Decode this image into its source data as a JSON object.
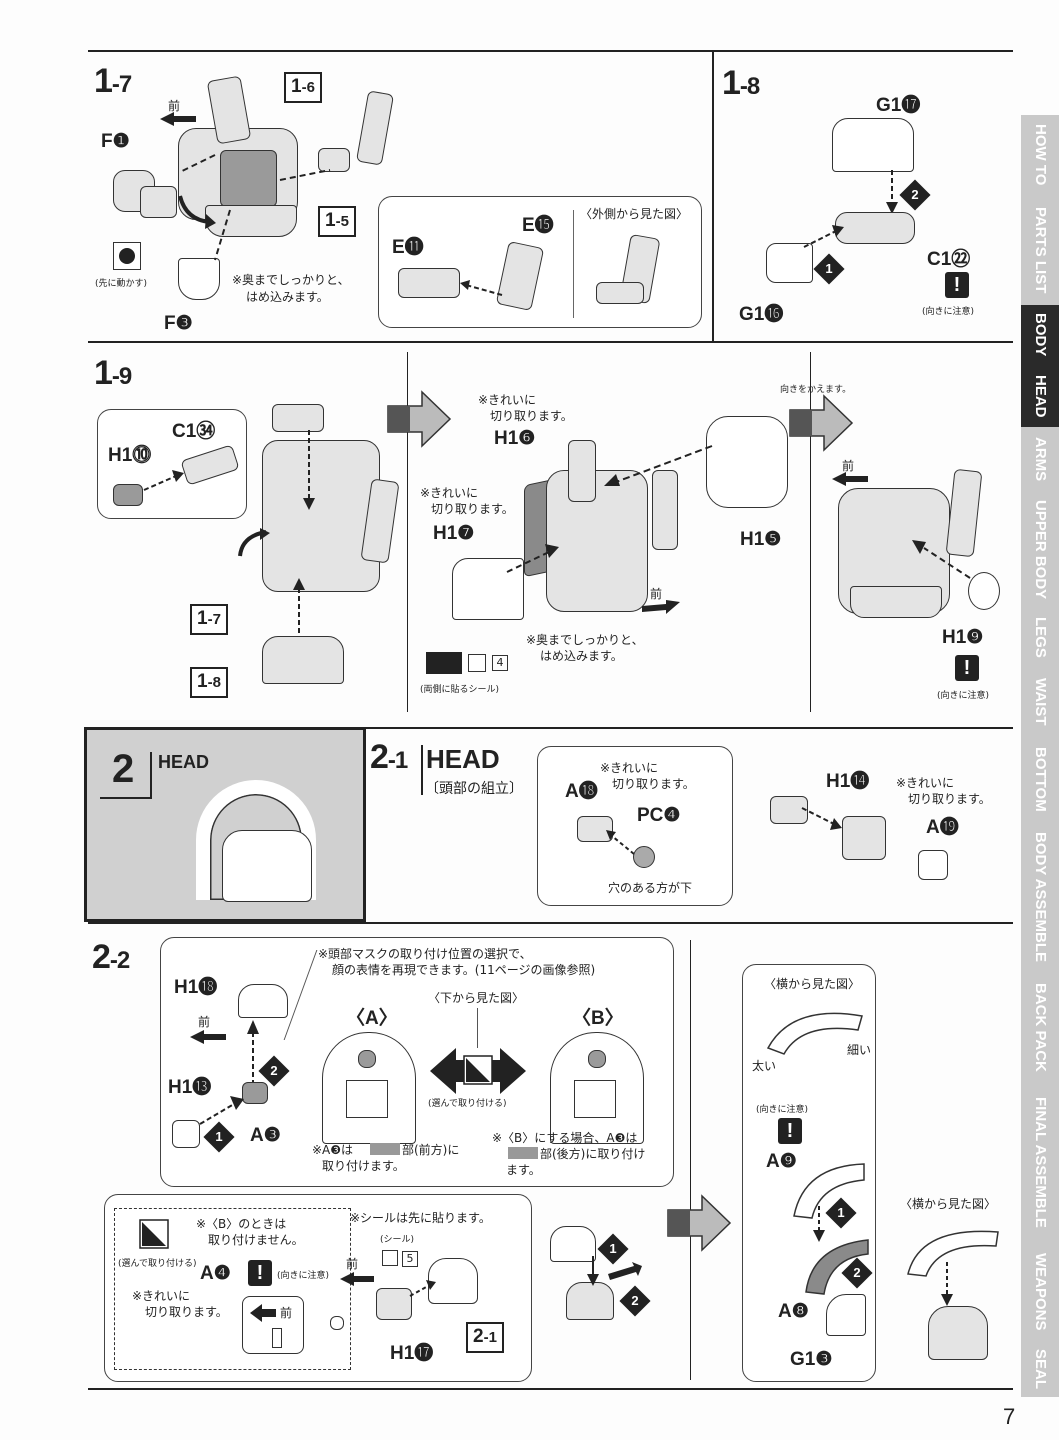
{
  "page_number": "7",
  "side_tabs": [
    {
      "label": "HOW TO",
      "active": false
    },
    {
      "label": "PARTS LIST",
      "active": false
    },
    {
      "label": "BODY",
      "active": true
    },
    {
      "label": "HEAD",
      "active": true
    },
    {
      "label": "ARMS",
      "active": false
    },
    {
      "label": "UPPER BODY",
      "active": false
    },
    {
      "label": "LEGS",
      "active": false
    },
    {
      "label": "WAIST",
      "active": false
    },
    {
      "label": "BOTTOM",
      "active": false
    },
    {
      "label": "BODY ASSEMBLE",
      "active": false
    },
    {
      "label": "BACK PACK",
      "active": false
    },
    {
      "label": "FINAL ASSEMBLE",
      "active": false
    },
    {
      "label": "WEAPONS",
      "active": false
    },
    {
      "label": "SEAL",
      "active": false
    }
  ],
  "s17": {
    "step_main": "1",
    "step_sub": "-7",
    "front": "前",
    "f1": "F❶",
    "f3": "F❸",
    "ref16_main": "1",
    "ref16_sub": "-6",
    "ref15_main": "1",
    "ref15_sub": "-5",
    "move_first": "(先に動かす)",
    "push_note_1": "※奥までしっかりと、",
    "push_note_2": "はめ込みます。",
    "e11": "E⓫",
    "e15": "E⓯",
    "outside_view": "〈外側から見た図〉"
  },
  "s18": {
    "step_main": "1",
    "step_sub": "-8",
    "g17": "G1⓱",
    "c22": "C1㉒",
    "g16": "G1⓰",
    "n1": "1",
    "n2": "2",
    "caution": "(向きに注意)"
  },
  "s19": {
    "step_main": "1",
    "step_sub": "-9",
    "c34": "C1㉞",
    "h10": "H1⓾",
    "ref17_main": "1",
    "ref17_sub": "-7",
    "ref18_main": "1",
    "ref18_sub": "-8",
    "clean_cut_1": "※きれいに",
    "clean_cut_2": "切り取ります。",
    "h6": "H1❻",
    "clean_cut_3": "※きれいに",
    "clean_cut_4": "切り取ります。",
    "h7": "H1❼",
    "h5": "H1❺",
    "front": "前",
    "push_note_1": "※奥までしっかりと、",
    "push_note_2": "はめ込みます。",
    "seal_num": "4",
    "both_sides_seal": "(両側に貼るシール)",
    "turn_around": "向きをかえます。",
    "front2": "前",
    "h9": "H1❾",
    "caution": "(向きに注意)"
  },
  "s2": {
    "num": "2",
    "title": "HEAD"
  },
  "s21": {
    "step_main": "2",
    "step_sub": "-1",
    "title": "HEAD",
    "subtitle": "〔頭部の組立〕",
    "clean_cut_1": "※きれいに",
    "clean_cut_2": "切り取ります。",
    "a18": "A⓲",
    "pc4": "PC❹",
    "hole_down": "穴のある方が下",
    "h14": "H1⓮",
    "clean_cut_3": "※きれいに",
    "clean_cut_4": "切り取ります。",
    "a19": "A⓳"
  },
  "s22": {
    "step_main": "2",
    "step_sub": "-2",
    "h18": "H1⓲",
    "front": "前",
    "h13": "H1⓭",
    "a3": "A❸",
    "n1": "1",
    "n2": "2",
    "mask_note_1": "※頭部マスクの取り付け位置の選択で、",
    "mask_note_2": "顔の表情を再現できます。(11ページの画像参照)",
    "bottom_view": "〈下から見た図〉",
    "opt_a": "〈A〉",
    "opt_b": "〈B〉",
    "choose": "(選んで取り付ける)",
    "note_a_1": "※A❸は",
    "note_a_2": "部(前方)に",
    "note_a_3": "取り付けます。",
    "note_b_1": "※〈B〉にする場合、A❸は",
    "note_b_2": "部(後方)に取り付け",
    "note_b_3": "ます。",
    "b_not_attach_1": "※〈B〉のときは",
    "b_not_attach_2": "取り付けません。",
    "choose2": "(選んで取り付ける)",
    "a4": "A❹",
    "caution": "(向きに注意)",
    "clean_cut_1": "※きれいに",
    "clean_cut_2": "切り取ります。",
    "front2": "前",
    "seal_first": "※シールは先に貼ります。",
    "seal_label": "(シール)",
    "seal_num": "5",
    "front3": "前",
    "h17": "H1⓱",
    "ref21_main": "2",
    "ref21_sub": "-1",
    "side_view": "〈横から見た図〉",
    "thick": "太い",
    "thin": "細い",
    "caution2": "(向きに注意)",
    "a9": "A❾",
    "a8": "A❽",
    "g13": "G1❸",
    "side_view2": "〈横から見た図〉"
  }
}
